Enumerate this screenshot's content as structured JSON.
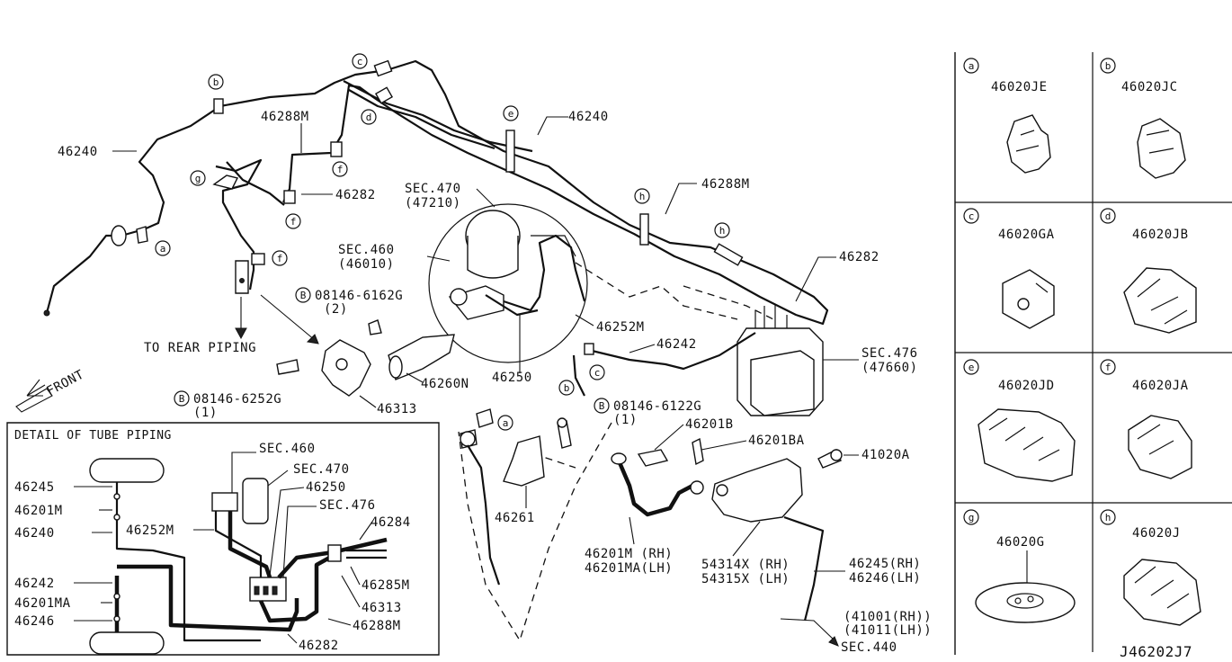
{
  "labels": {
    "p46240_left": "46240",
    "p46288m_top": "46288M",
    "p46282_top": "46282",
    "sec470": "SEC.470",
    "sec470_sub": "(47210)",
    "sec460": "SEC.460",
    "sec460_sub": "(46010)",
    "p46240_mid": "46240",
    "p46288m_right": "46288M",
    "p46282_right": "46282",
    "bolt1": "08146-6162G",
    "bolt1_qty": "(2)",
    "p46252m": "46252M",
    "to_rear": "TO REAR PIPING",
    "front": "FRONT",
    "p46242": "46242",
    "sec476": "SEC.476",
    "sec476_sub": "(47660)",
    "p46250": "46250",
    "p46260n": "46260N",
    "bolt2": "08146-6252G",
    "bolt2_qty": "(1)",
    "p46313": "46313",
    "bolt3": "08146-6122G",
    "bolt3_qty": "(1)",
    "p46201b": "46201B",
    "p46201ba": "46201BA",
    "p41020a": "41020A",
    "p46261": "46261",
    "hose1": "46201M (RH)",
    "hose2": "46201MA(LH)",
    "shield1": "54314X (RH)",
    "shield2": "54315X (LH)",
    "tube1": "46245(RH)",
    "tube2": "46246(LH)",
    "cal1": "(41001(RH))",
    "cal2": "(41011(LH))",
    "sec440": "SEC.440",
    "diagram_id": "J46202J7"
  },
  "callout_letters": {
    "a": "a",
    "b": "b",
    "c": "c",
    "d": "d",
    "e": "e",
    "f": "f",
    "g": "g",
    "h": "h",
    "B": "B"
  },
  "detail": {
    "title": "DETAIL OF TUBE PIPING",
    "d46245": "46245",
    "d46201m": "46201M",
    "d46240": "46240",
    "d46242": "46242",
    "d46201ma": "46201MA",
    "d46246": "46246",
    "d46252m": "46252M",
    "dsec460": "SEC.460",
    "dsec470": "SEC.470",
    "d46250": "46250",
    "dsec476": "SEC.476",
    "d46284": "46284",
    "d46285m": "46285M",
    "d46313": "46313",
    "d46288m": "46288M",
    "d46282": "46282"
  },
  "clips": [
    {
      "letter": "a",
      "part": "46020JE"
    },
    {
      "letter": "b",
      "part": "46020JC"
    },
    {
      "letter": "c",
      "part": "46020GA"
    },
    {
      "letter": "d",
      "part": "46020JB"
    },
    {
      "letter": "e",
      "part": "46020JD"
    },
    {
      "letter": "f",
      "part": "46020JA"
    },
    {
      "letter": "g",
      "part": "46020G"
    },
    {
      "letter": "h",
      "part": "46020J"
    }
  ]
}
